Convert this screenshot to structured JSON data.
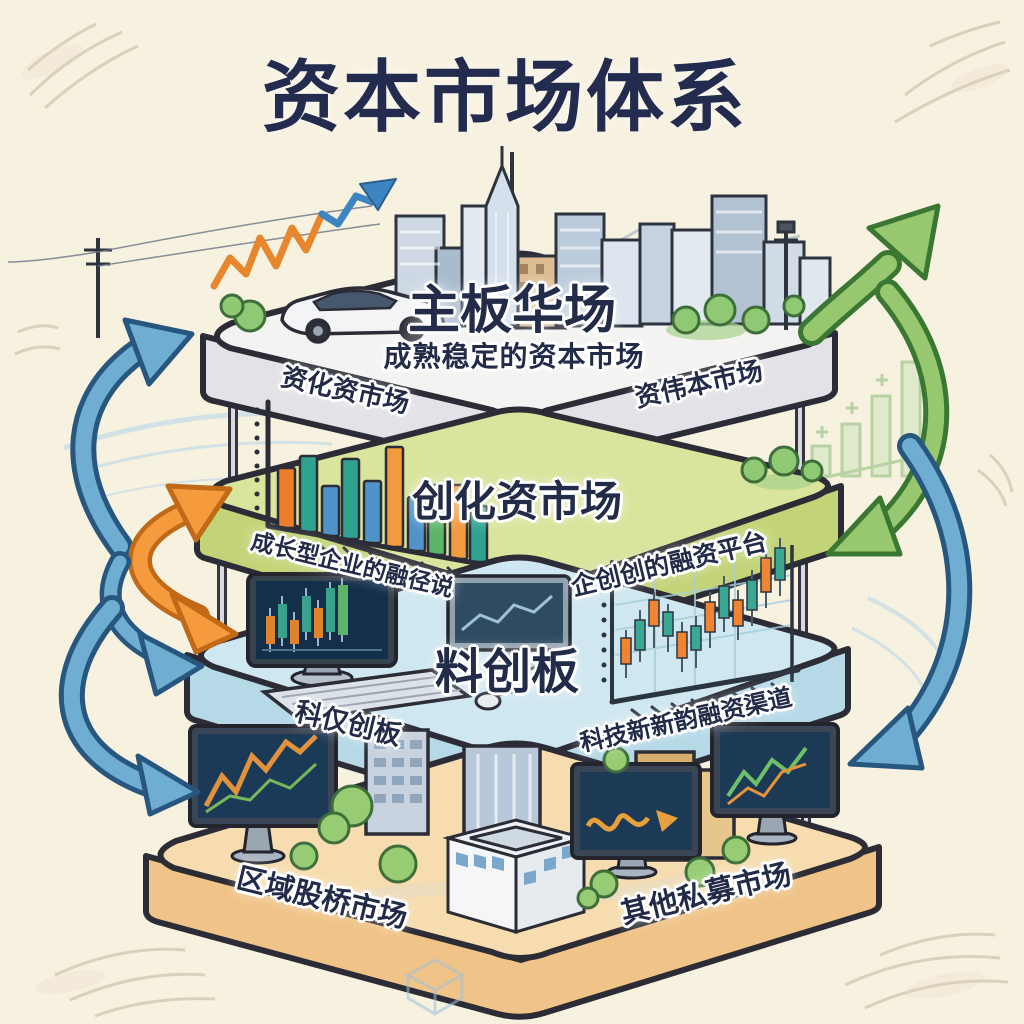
{
  "poster": {
    "title": "资本市场体系"
  },
  "pyramid": {
    "layers": [
      {
        "id": "layer-1-main-board",
        "title": "主板华场",
        "subtitle": "成熟稳定的资本市场",
        "left_edge_label": "资化资市场",
        "right_edge_label": "资伟本市场",
        "top_color": "#f3f3f1",
        "side_color": "#e2e2e7"
      },
      {
        "id": "layer-2-growth-board",
        "title": "创化资市场",
        "left_edge_label": "成长型企业的融径说",
        "right_edge_label": "企创创的融资平台",
        "top_color": "#d9e49c",
        "side_color": "#c3d478"
      },
      {
        "id": "layer-3-star-board",
        "title": "料创板",
        "left_edge_label": "科仅创板",
        "right_edge_label": "科技新新韵融资渠道",
        "top_color": "#cfe7f0",
        "side_color": "#b5d9e7"
      },
      {
        "id": "layer-4-regional-market",
        "left_edge_label": "区域股桥市场",
        "right_edge_label": "其他私募市场",
        "top_color": "#f6dcae",
        "side_color": "#f0c488"
      }
    ]
  },
  "colors": {
    "paper": "#f7f1e0",
    "ink_outline": "#2c2c36",
    "title_text": "#232c4e",
    "arrow_blue": "#6fadd2",
    "arrow_blue_edge": "#2c6288",
    "arrow_orange": "#f59b3e",
    "arrow_orange_edge": "#c06a18",
    "arrow_green": "#97c870",
    "arrow_green_edge": "#3a7733"
  }
}
